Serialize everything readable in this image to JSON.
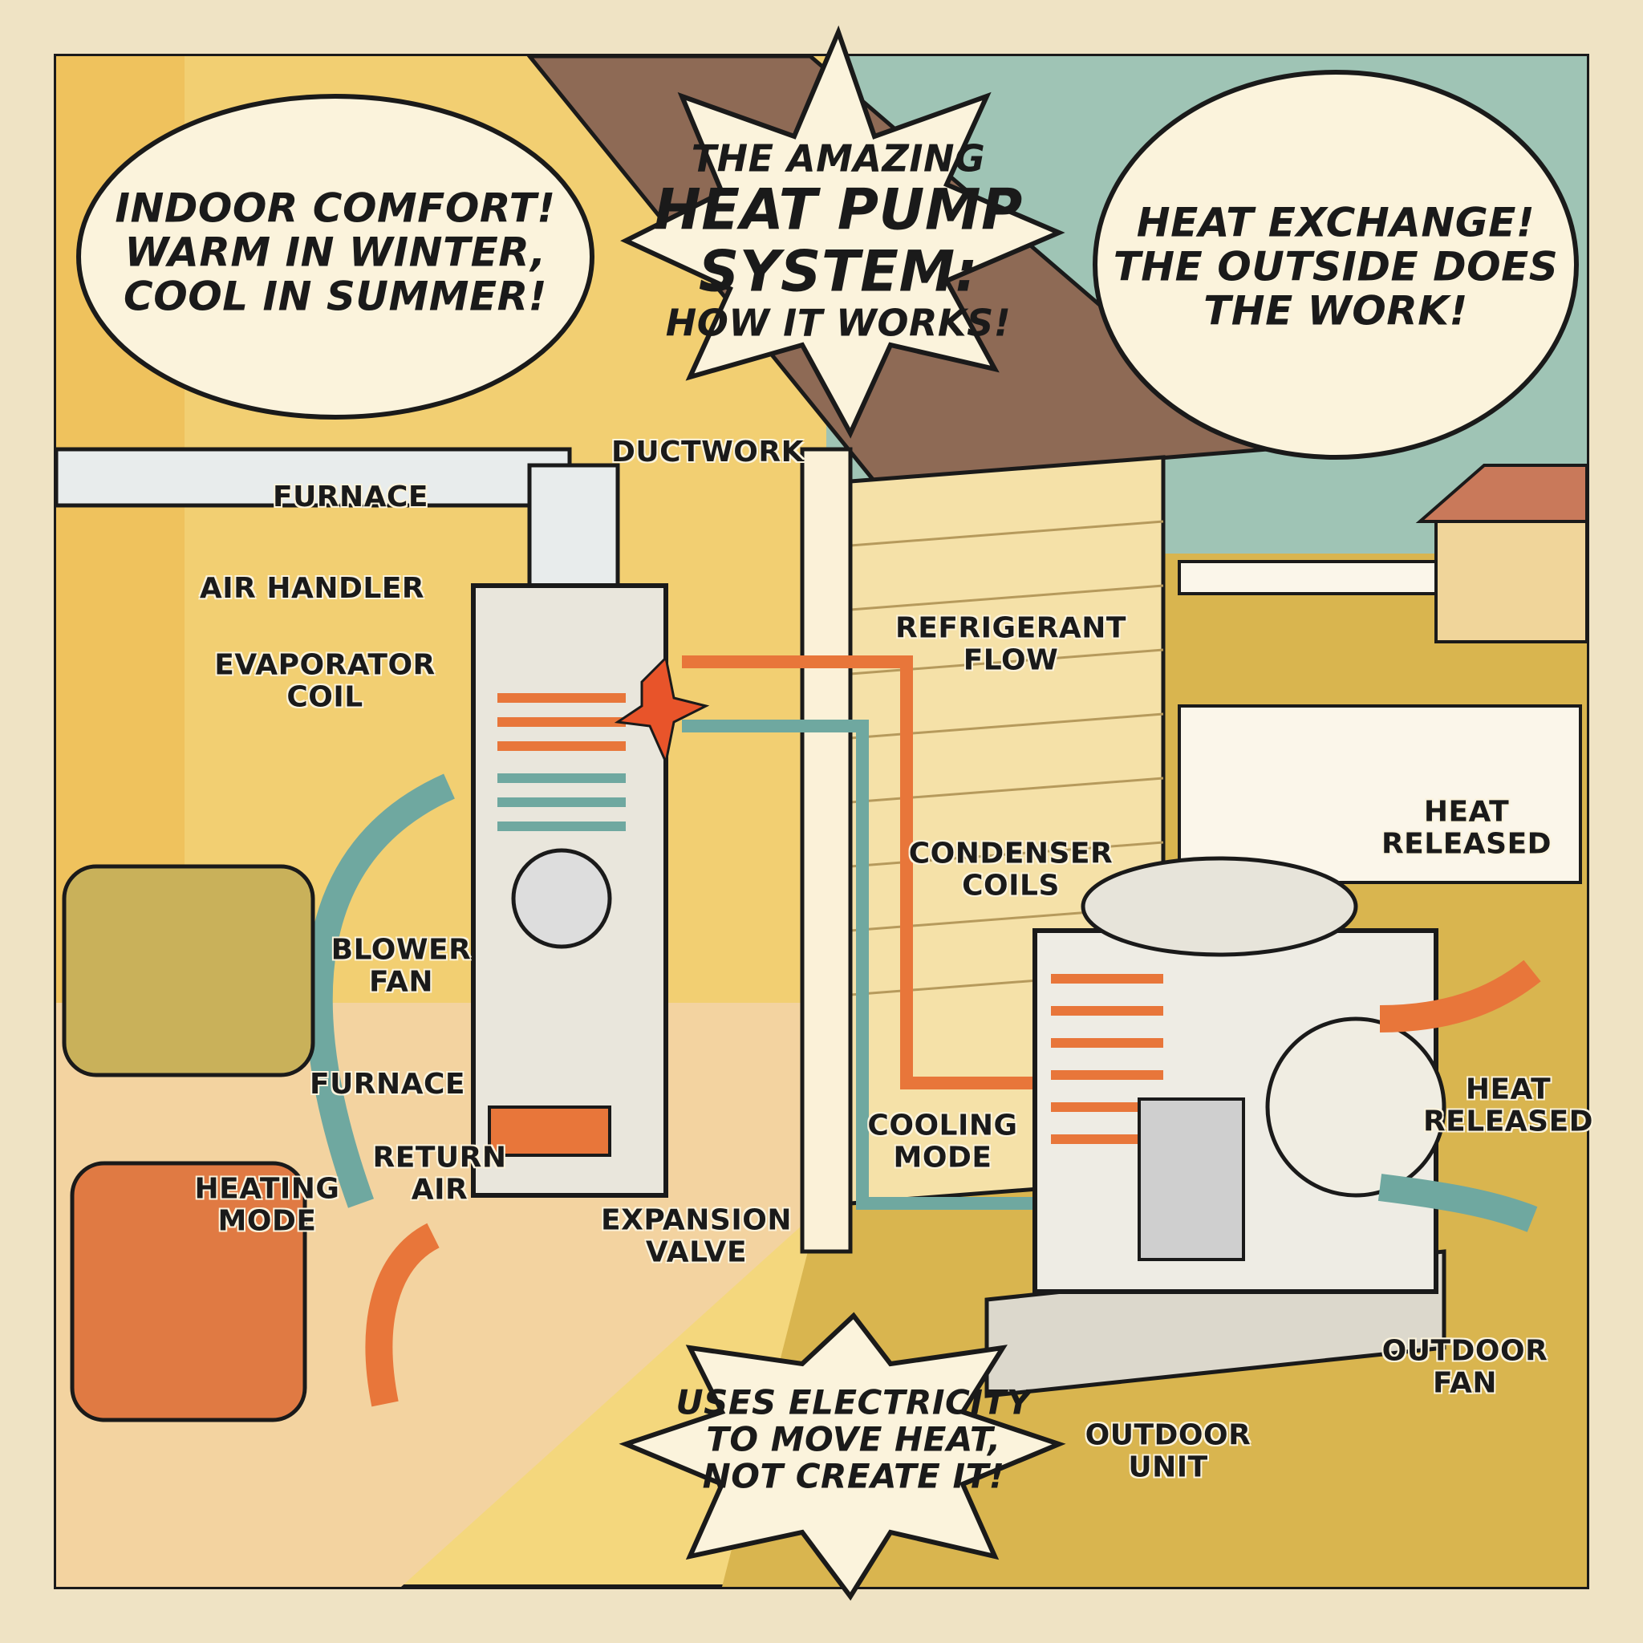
{
  "title": {
    "line1": "THE AMAZING",
    "line2": "HEAT PUMP",
    "line3": "SYSTEM:",
    "line4": "HOW IT WORKS!"
  },
  "bubbles": {
    "indoor": [
      "INDOOR COMFORT!",
      "WARM IN WINTER,",
      "COOL IN SUMMER!"
    ],
    "outdoor": [
      "HEAT EXCHANGE!",
      "THE OUTSIDE DOES",
      "THE WORK!"
    ],
    "bottom": [
      "USES ELECTRICITY",
      "TO MOVE HEAT,",
      "NOT CREATE IT!"
    ]
  },
  "labels": {
    "furnace_top": "FURNACE",
    "ductwork": "DUCTWORK",
    "air_handler": "AIR HANDLER",
    "evaporator_coil": [
      "EVAPORATOR",
      "COIL"
    ],
    "refrigerant_flow": [
      "REFRIGERANT",
      "FLOW"
    ],
    "heat_released_top": [
      "HEAT",
      "RELEASED"
    ],
    "condenser_coils": [
      "CONDENSER",
      "COILS"
    ],
    "blower_fan": [
      "BLOWER",
      "FAN"
    ],
    "furnace_bottom": "FURNACE",
    "return_air": [
      "RETURN",
      "AIR"
    ],
    "heating_mode": [
      "HEATING",
      "MODE"
    ],
    "cooling_mode": [
      "COOLING",
      "MODE"
    ],
    "expansion_valve": [
      "EXPANSION",
      "VALVE"
    ],
    "heat_released_right": [
      "HEAT",
      "RELEASED"
    ],
    "outdoor_fan": [
      "OUTDOOR",
      "FAN"
    ],
    "outdoor_unit": [
      "OUTDOOR",
      "UNIT"
    ]
  },
  "colors": {
    "hot": "#e8763a",
    "cold": "#6fa8a0",
    "wall": "#f2cf72",
    "sky": "#9fc4b5",
    "grass": "#d9b54f",
    "paper": "#efe3c4",
    "ink": "#1a1a1a"
  }
}
